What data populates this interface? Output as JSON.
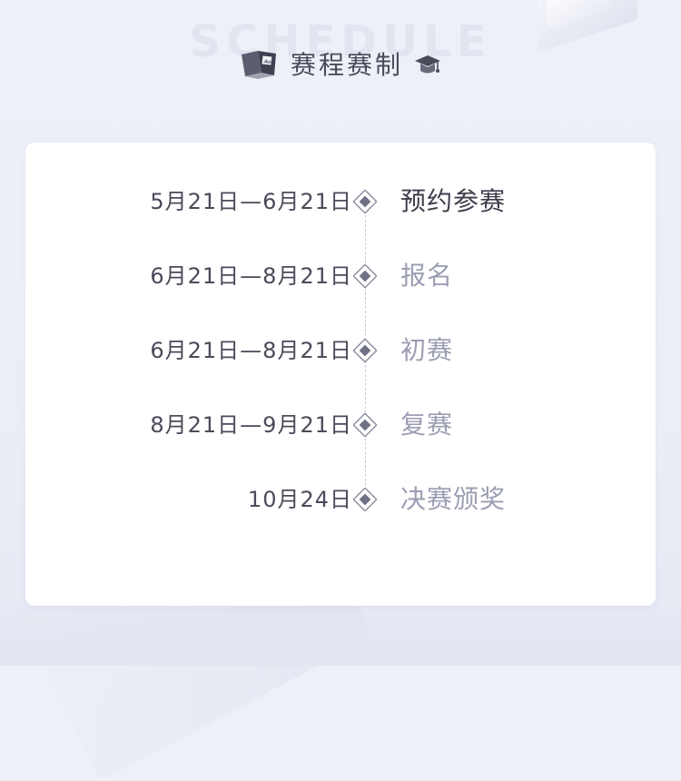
{
  "header": {
    "watermark": "SCHEDULE",
    "title": "赛程赛制"
  },
  "schedule": {
    "items": [
      {
        "date": "5月21日—6月21日",
        "stage": "预约参赛",
        "active": true
      },
      {
        "date": "6月21日—8月21日",
        "stage": "报名",
        "active": false
      },
      {
        "date": "6月21日—8月21日",
        "stage": "初赛",
        "active": false
      },
      {
        "date": "8月21日—9月21日",
        "stage": "复赛",
        "active": false
      },
      {
        "date": "10月24日",
        "stage": "决赛颁奖",
        "active": false
      }
    ]
  },
  "icons": {
    "left": "photo-book-icon",
    "right": "graduation-cap-icon",
    "marker": "diamond-marker-icon"
  },
  "colors": {
    "background": "#eef0f8",
    "card": "#ffffff",
    "text_primary": "#4a4b5a",
    "text_active": "#3c3d4a",
    "text_muted": "#9b9db2",
    "marker": "#6f7184"
  }
}
